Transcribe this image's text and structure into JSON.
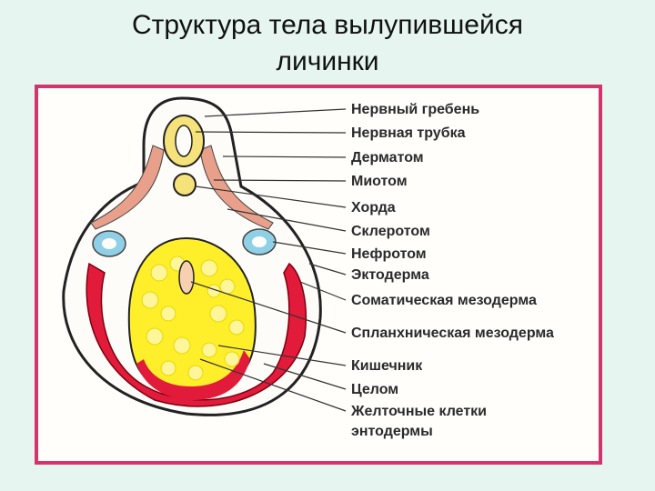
{
  "title_line1": "Структура тела вылупившейся",
  "title_line2": "личинки",
  "labels": [
    "Нервный гребень",
    "Нервная трубка",
    "Дерматом",
    "Миотом",
    "Хорда",
    "Склеротом",
    "Нефротом",
    "Эктодерма",
    "Соматическая мезодерма",
    "Спланхническая мезодерма",
    "Кишечник",
    "Целом",
    "Желточные клетки",
    "энтодермы"
  ],
  "colors": {
    "frame": "#d6336c",
    "background": "#e6f5f0",
    "neural_tube": "#f6e27a",
    "somite": "#e9a08a",
    "nephrotome": "#8fd0e6",
    "mesoderm_red": "#e31b3b",
    "yolk": "#ffef2a"
  }
}
